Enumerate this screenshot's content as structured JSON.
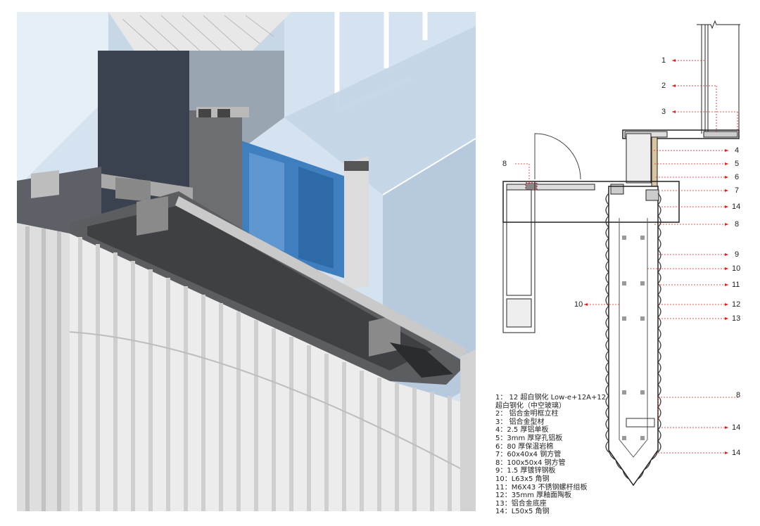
{
  "colors": {
    "leader": "#e0201c",
    "sky": "#cfdfee",
    "panel": "#ededed",
    "glass": "#3a78b8"
  },
  "callouts": [
    {
      "label": "1"
    },
    {
      "label": "2"
    },
    {
      "label": "3"
    },
    {
      "label": "4"
    },
    {
      "label": "5"
    },
    {
      "label": "6"
    },
    {
      "label": "7"
    },
    {
      "label": "14"
    },
    {
      "label": "8"
    },
    {
      "label": "9"
    },
    {
      "label": "10"
    },
    {
      "label": "11"
    },
    {
      "label": "12"
    },
    {
      "label": "13"
    },
    {
      "label": "10"
    },
    {
      "label": "8"
    },
    {
      "label": "8"
    },
    {
      "label": "14"
    },
    {
      "label": "14"
    }
  ],
  "legend": [
    "1： 12 超白钢化 Low-e+12A+12",
    "超白钢化（中空玻璃）",
    "2： 铝合金明框立柱",
    "3： 铝合金型材",
    "4：2.5 厚铝单板",
    "5：3mm 厚穿孔铝板",
    "6：80 厚保温岩棉",
    "7：60x40x4 钢方管",
    "8：100x50x4 钢方管",
    "9：1.5 厚镀锌钢板",
    "10：L63x5 角钢",
    "11：M6X43 不锈钢螺杆组板",
    "12：35mm 厚釉面陶板",
    "13：铝合金底座",
    "14：L50x5 角钢"
  ]
}
